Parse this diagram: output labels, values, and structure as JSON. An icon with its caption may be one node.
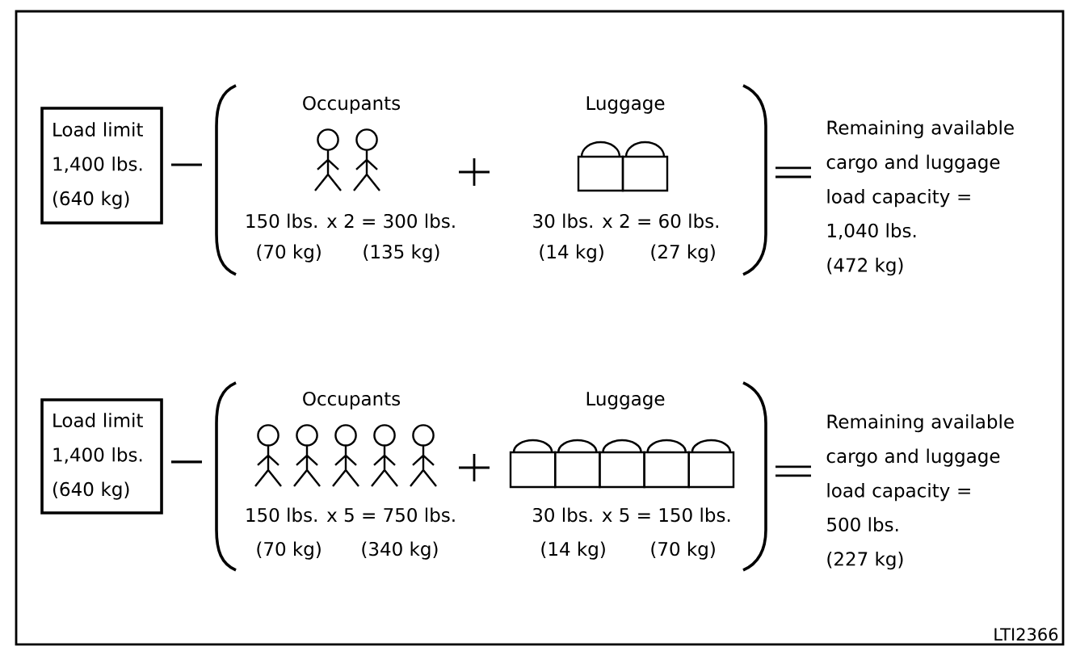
{
  "diagram": {
    "nodes": [
      {
        "text": [
          "Load limit",
          "1,400 lbs.",
          "(640 kg)"
        ]
      },
      {
        "text": [
          "Load limit",
          "1,400 lbs.",
          "(640 kg)"
        ]
      }
    ],
    "labels": [
      "Occupants",
      "Luggage",
      "150 lbs. x 2 = 300 lbs.",
      "(70 kg)",
      "(135 kg)",
      "30 lbs. x 2 = 60 lbs.",
      "(14 kg)",
      "(27 kg)",
      "Remaining available cargo and luggage load capacity =",
      "1,040 lbs.",
      "(472 kg)",
      "Occupants",
      "Luggage",
      "150 lbs. x 5 = 750 lbs.",
      "(70 kg)",
      "(340 kg)",
      "30 lbs. x 5 = 150 lbs.",
      "(14 kg)",
      "(70 kg)",
      "Remaining available cargo and luggage load capacity =",
      "500 lbs.",
      "(227 kg)",
      "LTI2366"
    ]
  }
}
